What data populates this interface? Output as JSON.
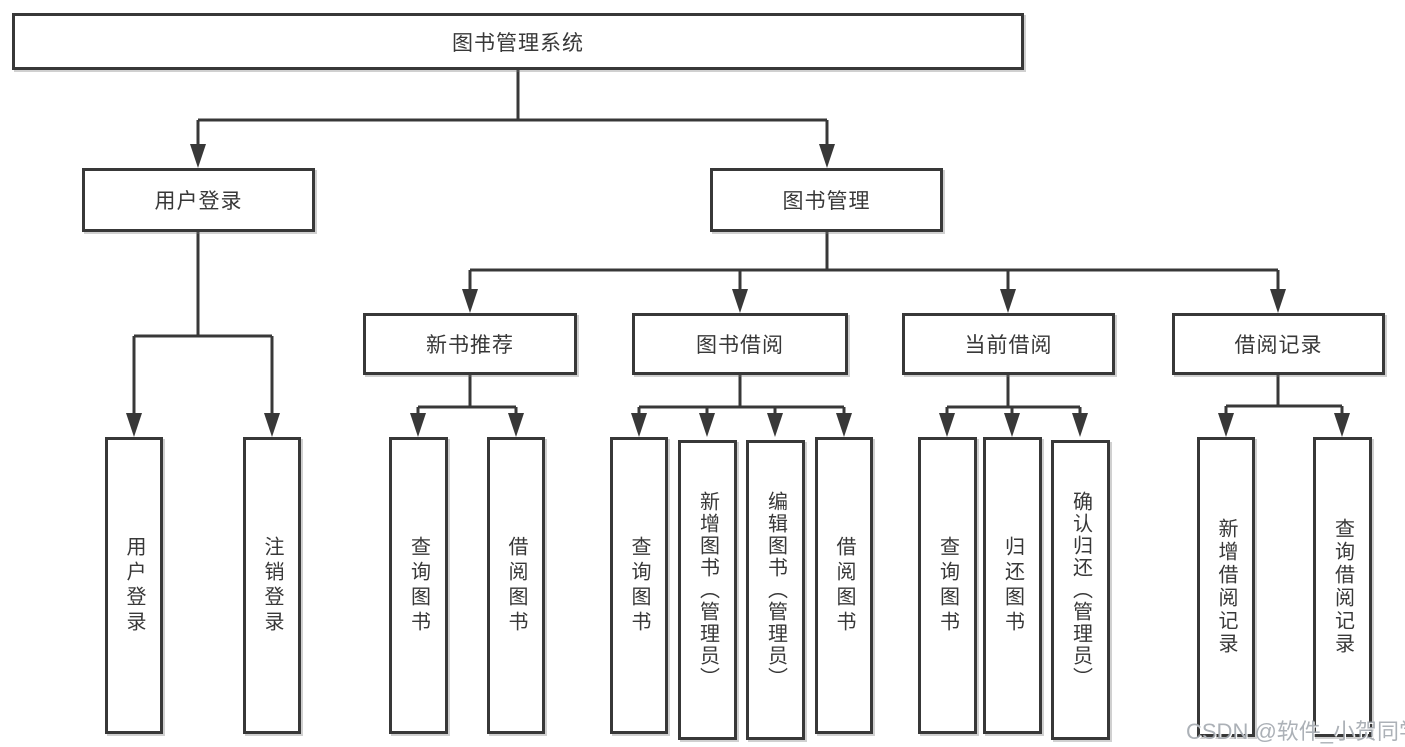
{
  "diagram": {
    "tree": {
      "label": "图书管理系统",
      "children": [
        {
          "label": "用户登录",
          "children": [
            {
              "label": "用户登录"
            },
            {
              "label": "注销登录"
            }
          ]
        },
        {
          "label": "图书管理",
          "children": [
            {
              "label": "新书推荐",
              "children": [
                {
                  "label": "查询图书"
                },
                {
                  "label": "借阅图书"
                }
              ]
            },
            {
              "label": "图书借阅",
              "children": [
                {
                  "label": "查询图书"
                },
                {
                  "label": "新增图书（管理员）"
                },
                {
                  "label": "编辑图书（管理员）"
                },
                {
                  "label": "借阅图书"
                }
              ]
            },
            {
              "label": "当前借阅",
              "children": [
                {
                  "label": "查询图书"
                },
                {
                  "label": "归还图书"
                },
                {
                  "label": "确认归还（管理员）"
                }
              ]
            },
            {
              "label": "借阅记录",
              "children": [
                {
                  "label": "新增借阅记录"
                },
                {
                  "label": "查询借阅记录"
                }
              ]
            }
          ]
        }
      ]
    },
    "colors": {
      "line": "#383838",
      "box_background": "#ffffff",
      "text": "#383838",
      "watermark": "#9ea3aa"
    },
    "watermark": "CSDN @软件_小贺同学"
  }
}
